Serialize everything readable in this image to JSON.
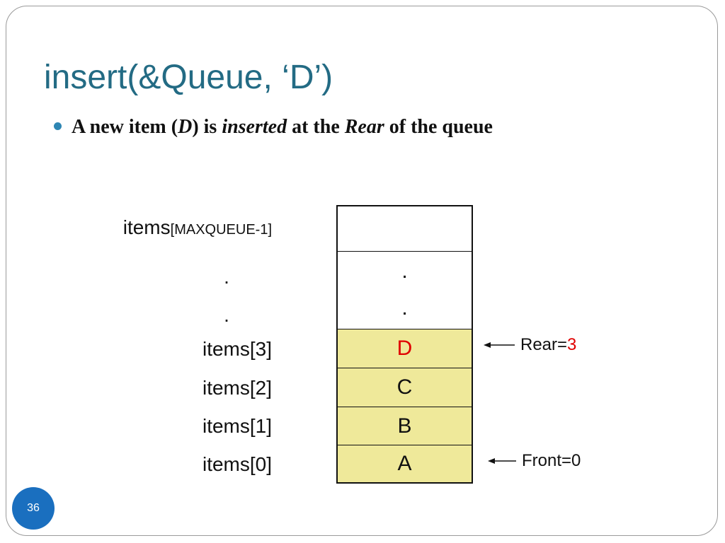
{
  "slide": {
    "title": "insert(&Queue, ‘D’)",
    "bullet": {
      "part1": "A new item (",
      "part2": "D",
      "part3": ") is ",
      "part4": "inserted",
      "part5": " at the ",
      "part6": "Rear",
      "part7": " of the queue"
    },
    "slide_number": "36"
  },
  "queue": {
    "labels": {
      "top_main": "items",
      "top_index": "[MAXQUEUE-1]",
      "dot1": ".",
      "dot2": ".",
      "item3": "items[3]",
      "item2": "items[2]",
      "item1": "items[1]",
      "item0": "items[0]"
    },
    "cells": {
      "top": "",
      "dot1": ".",
      "dot2": ".",
      "item3": "D",
      "item2": "C",
      "item1": "B",
      "item0": "A"
    },
    "rear": {
      "label": "Rear=",
      "value": "3"
    },
    "front": {
      "label": "Front=",
      "value": "0"
    }
  },
  "colors": {
    "title": "#236b84",
    "filled_cell": "#efe99a",
    "highlight": "#e00000",
    "slide_number_bg": "#1a6fbf"
  }
}
